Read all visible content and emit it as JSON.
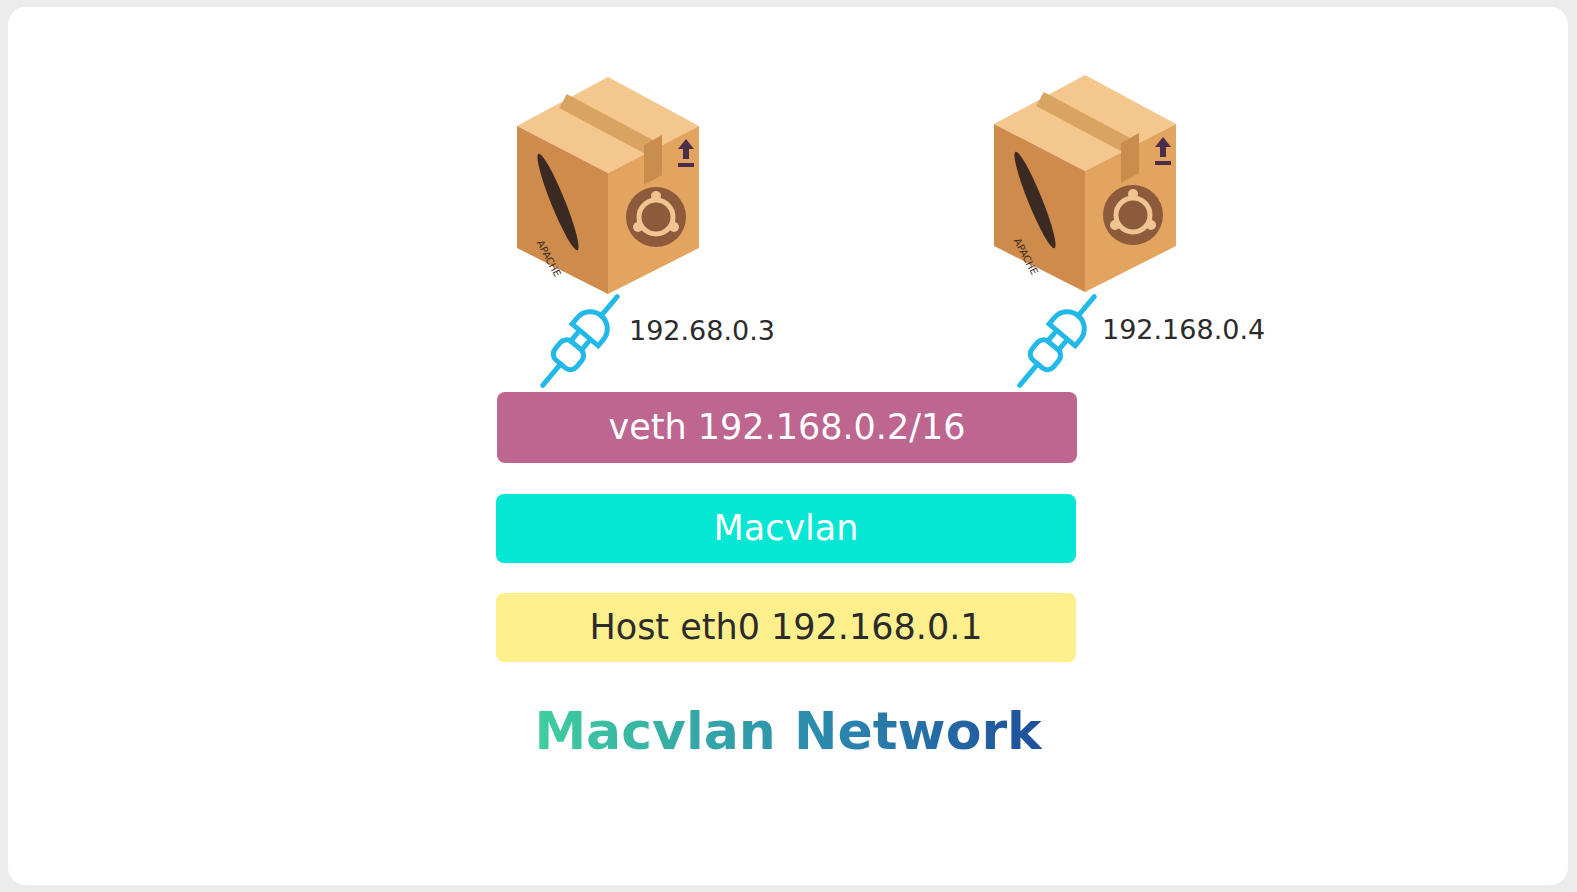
{
  "diagram": {
    "title": "Macvlan Network",
    "nodes": [
      {
        "text": [
          "veth 192.168.0.2/16"
        ]
      },
      {
        "text": [
          "Macvlan"
        ]
      },
      {
        "text": [
          "Host eth0 192.168.0.1"
        ]
      }
    ],
    "labels": [
      "APACHE",
      "192.68.0.3",
      "APACHE",
      "192.168.0.4"
    ]
  }
}
